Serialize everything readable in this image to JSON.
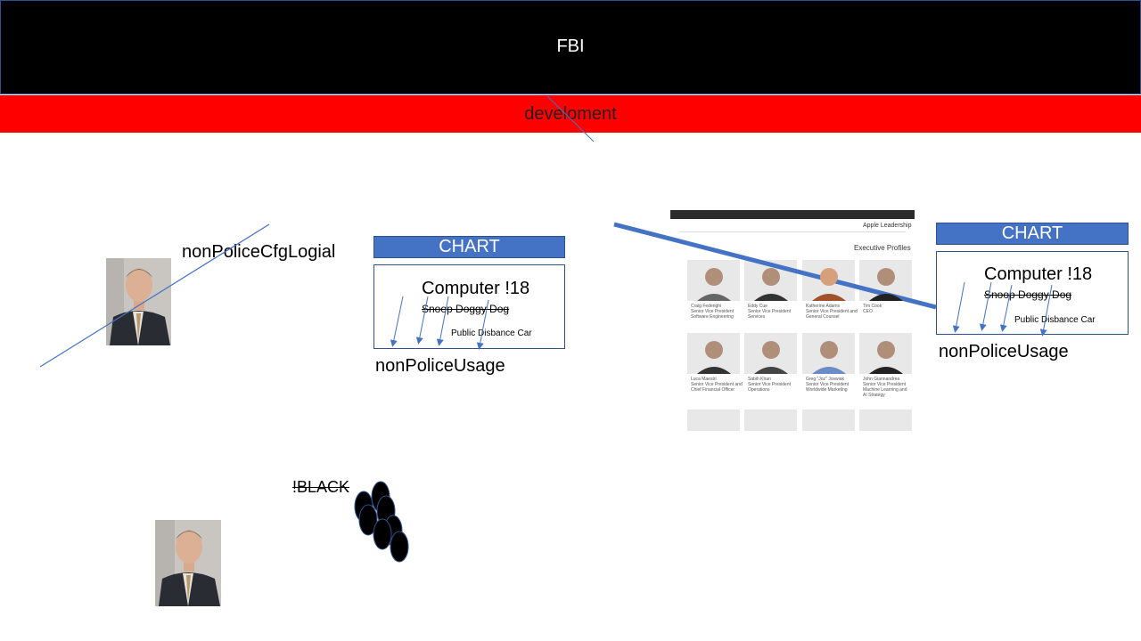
{
  "header": {
    "title": "FBI"
  },
  "subheader": {
    "title": "develoment"
  },
  "left_label": "nonPoliceCfgLogial",
  "chart_left": {
    "header": "CHART",
    "title": "Computer !18",
    "struck_text": "Snoop Doggy Dog",
    "caption": "Public Disbance Car",
    "footer": "nonPoliceUsage"
  },
  "chart_right": {
    "header": "CHART",
    "title": "Computer !18",
    "struck_text": "Snoop Doggy Dog",
    "caption": "Public Disbance Car",
    "footer": "nonPoliceUsage"
  },
  "black_label": "!BLACK",
  "web_shot": {
    "site_title": "Apple Leadership",
    "section_title": "Executive Profiles",
    "row1": [
      {
        "name": "Craig Federighi",
        "role": "Senior Vice President\nSoftware Engineering"
      },
      {
        "name": "Eddy Cue",
        "role": "Senior Vice President\nServices"
      },
      {
        "name": "Katherine Adams",
        "role": "Senior Vice President and\nGeneral Counsel"
      },
      {
        "name": "Tim Cook",
        "role": "CEO"
      }
    ],
    "row2": [
      {
        "name": "Luca Maestri",
        "role": "Senior Vice President and\nChief Financial Officer"
      },
      {
        "name": "Sabih Khan",
        "role": "Senior Vice President\nOperations"
      },
      {
        "name": "Greg \"Joz\" Joswiak",
        "role": "Senior Vice President\nWorldwide Marketing"
      },
      {
        "name": "John Giannandrea",
        "role": "Senior Vice President\nMachine Learning and\nAI Strategy"
      }
    ]
  },
  "colors": {
    "banner": "#000000",
    "accent_red": "#ff0000",
    "chart_blue": "#4472c4",
    "line_blue": "#4472c4"
  }
}
